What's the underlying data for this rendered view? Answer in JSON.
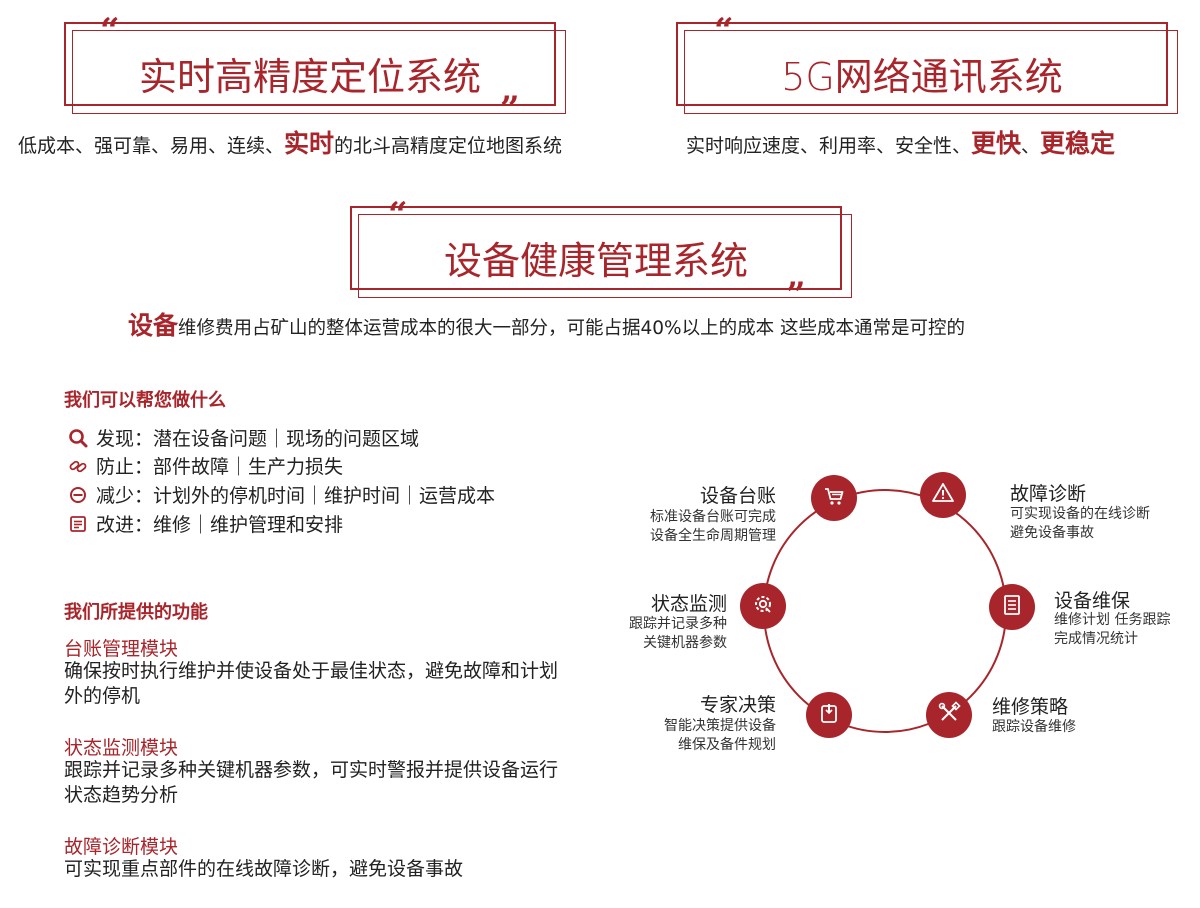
{
  "systems": {
    "positioning": {
      "title": "实时高精度定位系统",
      "desc_pre": "低成本、强可靠、易用、连续、",
      "desc_em": "实时",
      "desc_post": "的北斗高精度定位地图系统"
    },
    "network": {
      "title": "5G网络通讯系统",
      "desc_pre": "实时响应速度、利用率、安全性、",
      "desc_em1": "更快",
      "desc_sep": "、",
      "desc_em2": "更稳定"
    },
    "health": {
      "title": "设备健康管理系统",
      "desc_em": "设备",
      "desc_post": "维修费用占矿山的整体运营成本的很大一部分，可能占据40%以上的成本  这些成本通常是可控的"
    }
  },
  "quote_open": "“",
  "quote_close": "”",
  "what_we_do": {
    "heading": "我们可以帮您做什么",
    "items": [
      {
        "icon": "search-icon",
        "text": "发现：潜在设备问题｜现场的问题区域"
      },
      {
        "icon": "link-icon",
        "text": "防止：部件故障｜生产力损失"
      },
      {
        "icon": "minus-circle-icon",
        "text": "减少：计划外的停机时间｜维护时间｜运营成本"
      },
      {
        "icon": "edit-list-icon",
        "text": "改进：维修｜维护管理和安排"
      }
    ]
  },
  "functions": {
    "heading": "我们所提供的功能",
    "modules": [
      {
        "title": "台账管理模块",
        "desc": "确保按时执行维护并使设备处于最佳状态，避免故障和计划外的停机"
      },
      {
        "title": "状态监测模块",
        "desc": "跟踪并记录多种关键机器参数，可实时警报并提供设备运行状态趋势分析"
      },
      {
        "title": "故障诊断模块",
        "desc": "可实现重点部件的在线故障诊断，避免设备事故"
      }
    ]
  },
  "cycle": {
    "nodes": [
      {
        "icon": "cart-icon",
        "title": "设备台账",
        "desc": [
          "标准设备台账可完成",
          "设备全生命周期管理"
        ]
      },
      {
        "icon": "warning-icon",
        "title": "故障诊断",
        "desc": [
          "可实现设备的在线诊断",
          "避免设备事故"
        ]
      },
      {
        "icon": "list-icon",
        "title": "设备维保",
        "desc": [
          "维修计划 任务跟踪",
          "完成情况统计"
        ]
      },
      {
        "icon": "tools-icon",
        "title": "维修策略",
        "desc": [
          "跟踪设备维修"
        ]
      },
      {
        "icon": "clipboard-icon",
        "title": "专家决策",
        "desc": [
          "智能决策提供设备",
          "维保及备件规划"
        ]
      },
      {
        "icon": "gear-icon",
        "title": "状态监测",
        "desc": [
          "跟踪并记录多种",
          "关键机器参数"
        ]
      }
    ]
  },
  "colors": {
    "accent": "#a8262b",
    "text": "#222222"
  }
}
